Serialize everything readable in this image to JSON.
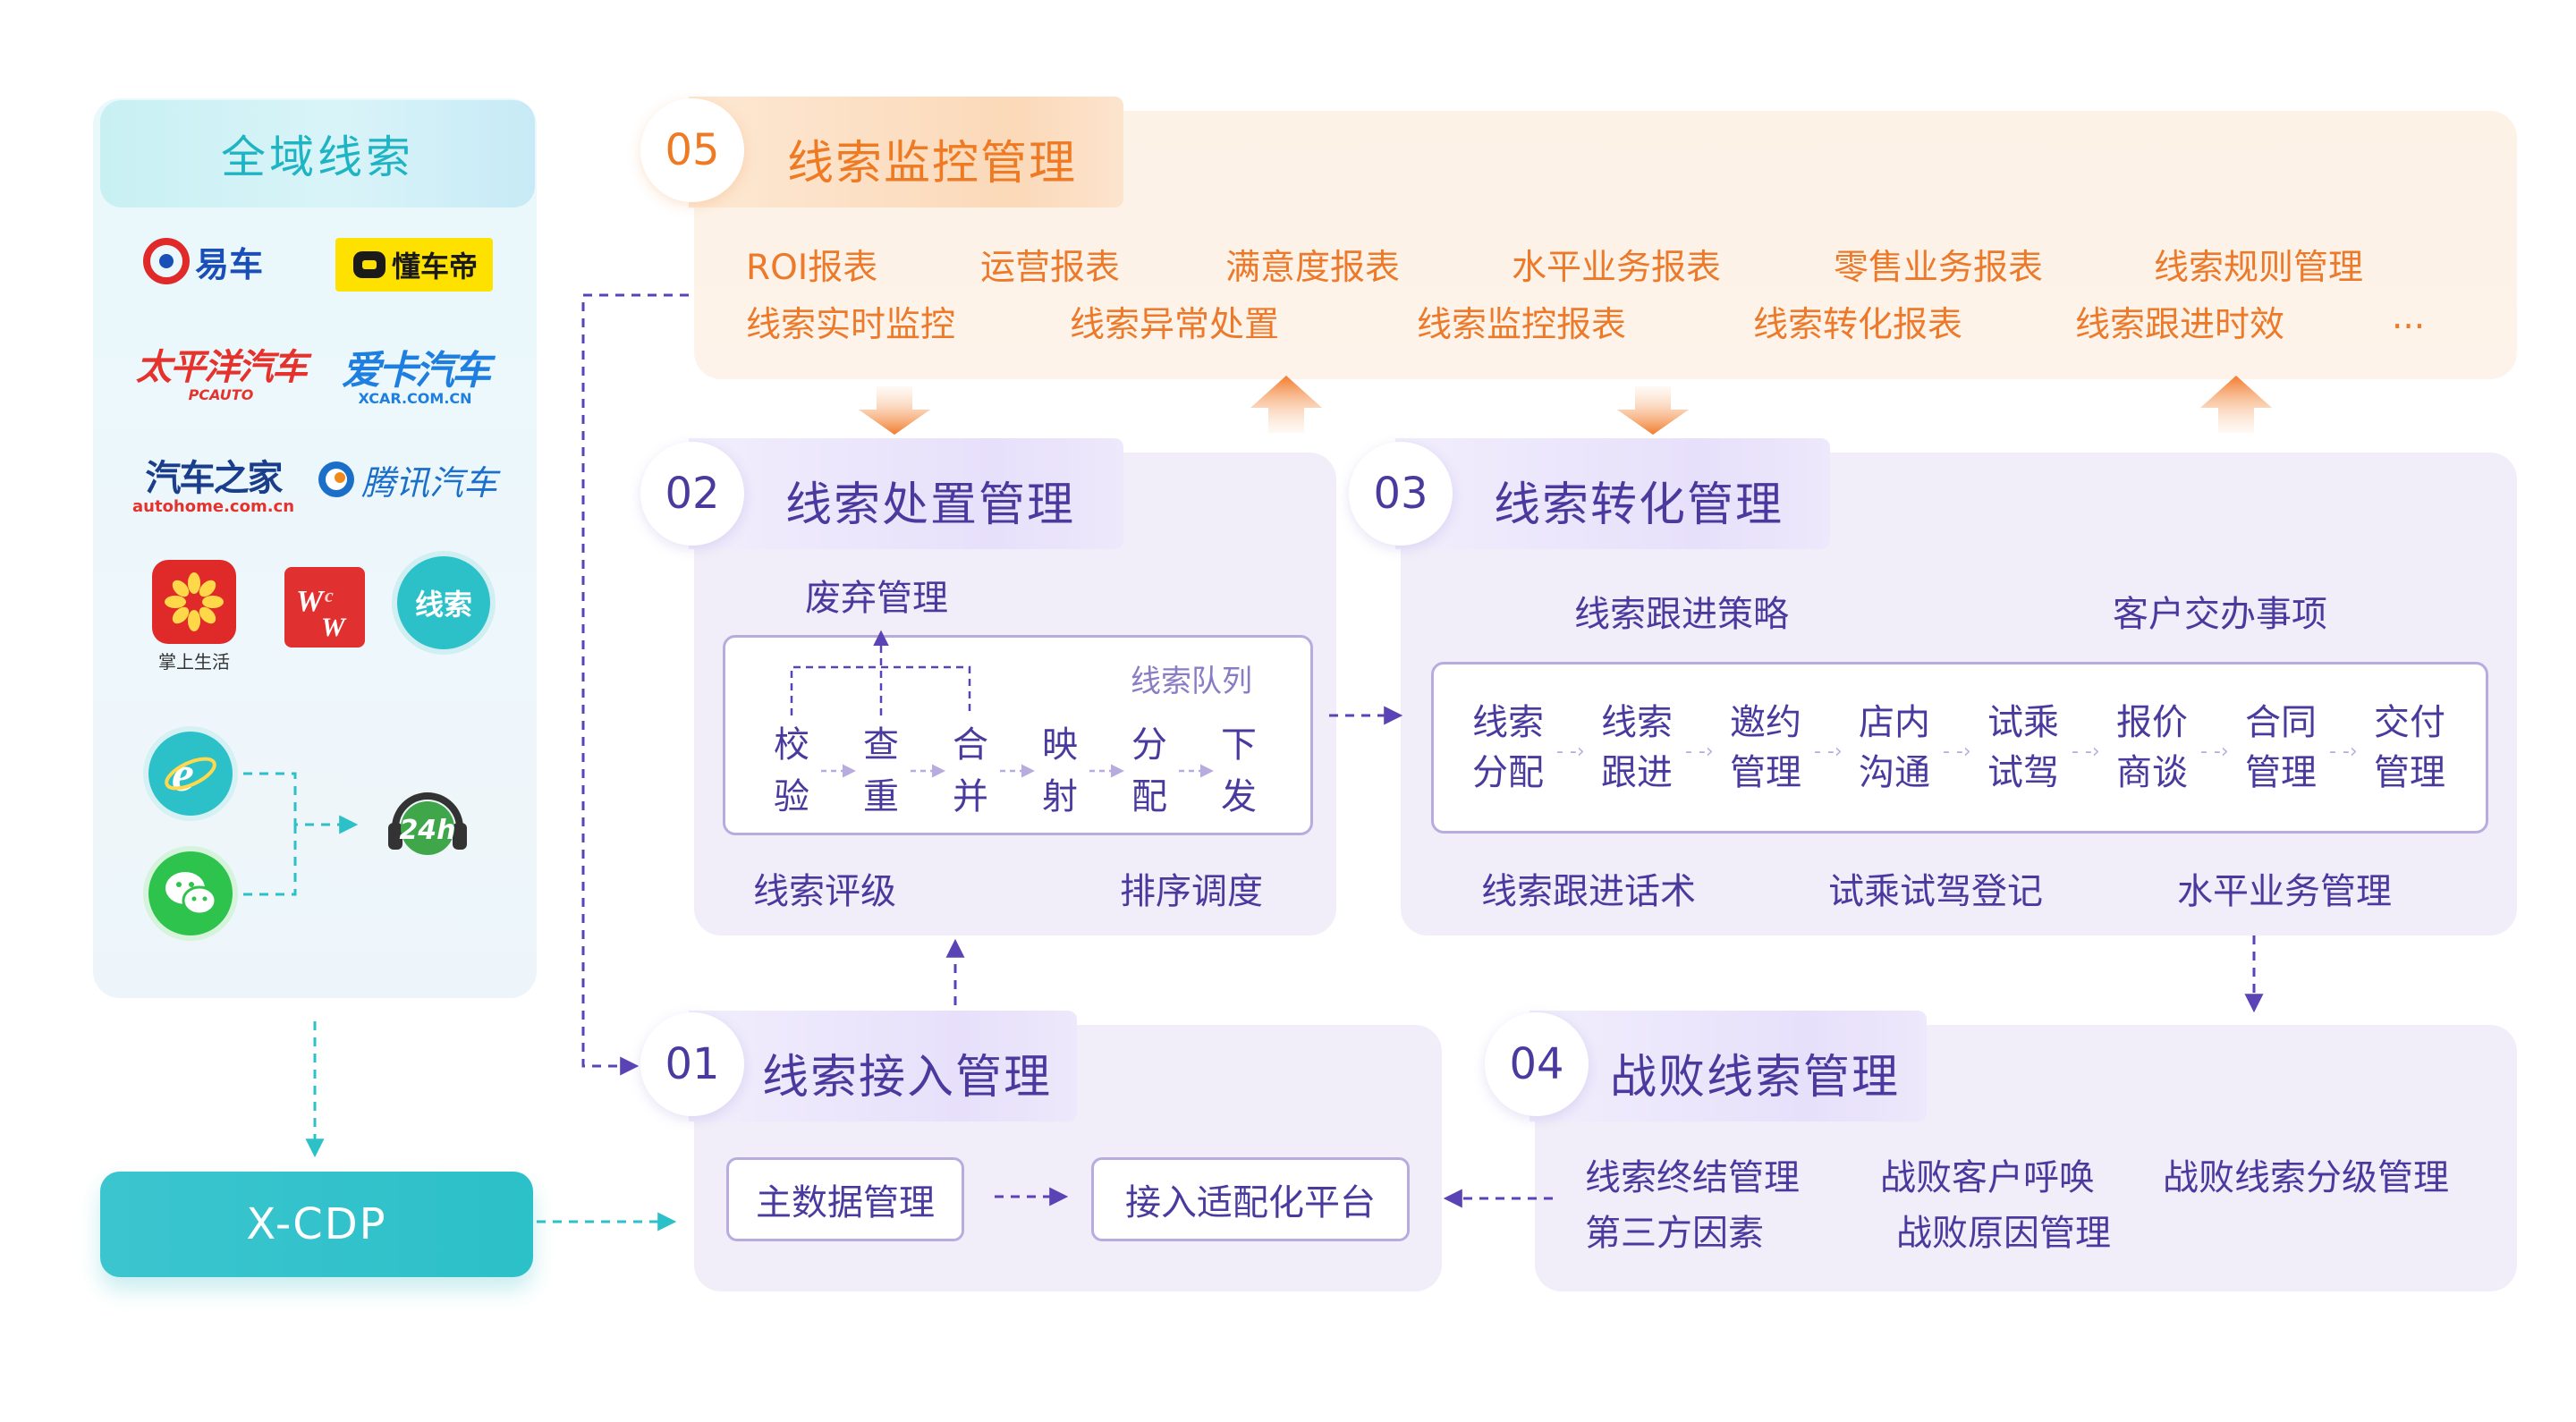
{
  "sources": {
    "title": "全域线索",
    "logos": [
      {
        "name": "易车",
        "text": "易车",
        "color": "#e02a2a"
      },
      {
        "name": "懂车帝",
        "text": "懂车帝",
        "color": "#ffe100"
      },
      {
        "name": "太平洋汽车",
        "text": "太平洋汽车",
        "sub": "PCAUTO",
        "color": "#e5322d"
      },
      {
        "name": "爱卡汽车",
        "text": "爱卡汽车",
        "sub": "XCAR.COM.CN",
        "color": "#1e7fe0"
      },
      {
        "name": "汽车之家",
        "text": "汽车之家",
        "sub": "autohome.com.cn",
        "color": "#1a3e8c"
      },
      {
        "name": "腾讯汽车",
        "text": "腾讯汽车",
        "color": "#1b6fc9"
      },
      {
        "name": "掌上生活",
        "text": "掌上生活",
        "color": "#e02a2a"
      },
      {
        "name": "线索",
        "text": "线索",
        "color": "#2cc0c8"
      }
    ],
    "channel_badge": "24h"
  },
  "xcdp": {
    "label": "X-CDP"
  },
  "modules": {
    "m05": {
      "num": "05",
      "title": "线索监控管理",
      "row1": [
        "ROI报表",
        "运营报表",
        "满意度报表",
        "水平业务报表",
        "零售业务报表",
        "线索规则管理"
      ],
      "row2": [
        "线索实时监控",
        "线索异常处置",
        "线索监控报表",
        "线索转化报表",
        "线索跟进时效",
        "..."
      ]
    },
    "m02": {
      "num": "02",
      "title": "线索处置管理",
      "abandon": "废弃管理",
      "queue_label": "线索队列",
      "steps": [
        "校验",
        "查重",
        "合并",
        "映射",
        "分配",
        "下发"
      ],
      "bottom_left": "线索评级",
      "bottom_right": "排序调度"
    },
    "m03": {
      "num": "03",
      "title": "线索转化管理",
      "top_left": "线索跟进策略",
      "top_right": "客户交办事项",
      "steps": [
        [
          "线索",
          "分配"
        ],
        [
          "线索",
          "跟进"
        ],
        [
          "邀约",
          "管理"
        ],
        [
          "店内",
          "沟通"
        ],
        [
          "试乘",
          "试驾"
        ],
        [
          "报价",
          "商谈"
        ],
        [
          "合同",
          "管理"
        ],
        [
          "交付",
          "管理"
        ]
      ],
      "bottom": [
        "线索跟进话术",
        "试乘试驾登记",
        "水平业务管理"
      ]
    },
    "m01": {
      "num": "01",
      "title": "线索接入管理",
      "box1": "主数据管理",
      "box2": "接入适配化平台"
    },
    "m04": {
      "num": "04",
      "title": "战败线索管理",
      "items_row1": [
        "线索终结管理",
        "战败客户呼唤",
        "战败线索分级管理"
      ],
      "items_row2": [
        "第三方因素",
        "战败原因管理"
      ]
    }
  },
  "colors": {
    "purple": "#4b3a9e",
    "orange": "#ec7a2a",
    "teal": "#2cc0c8",
    "arrow": "#5a43b5"
  }
}
